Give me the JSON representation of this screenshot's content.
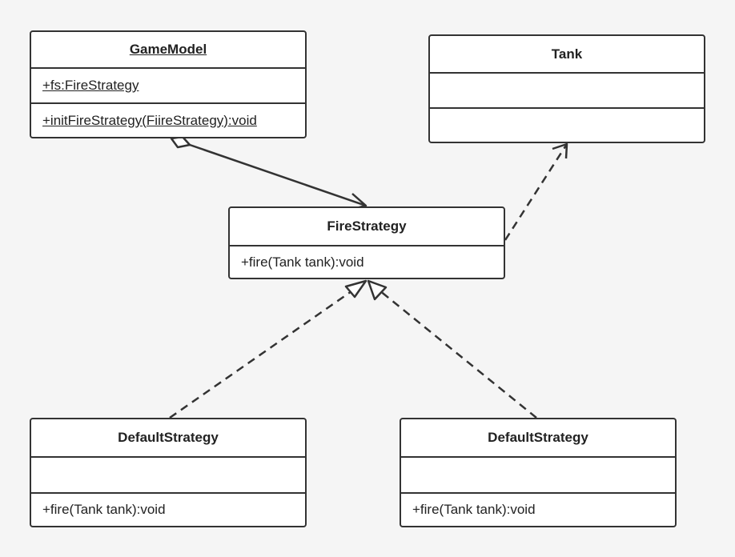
{
  "colors": {
    "background": "#f5f5f5",
    "box_fill": "#ffffff",
    "stroke": "#333333",
    "text": "#222222"
  },
  "classes": {
    "game_model": {
      "name": "GameModel",
      "attributes": [
        "+fs:FireStrategy"
      ],
      "methods": [
        "+initFireStrategy(FiireStrategy):void"
      ]
    },
    "tank": {
      "name": "Tank",
      "attributes": [
        ""
      ],
      "methods": [
        ""
      ]
    },
    "fire_strategy": {
      "name": "FireStrategy",
      "methods": [
        "+fire(Tank tank):void"
      ]
    },
    "default_strategy_left": {
      "name": "DefaultStrategy",
      "attributes": [
        ""
      ],
      "methods": [
        "+fire(Tank tank):void"
      ]
    },
    "default_strategy_right": {
      "name": "DefaultStrategy",
      "attributes": [
        ""
      ],
      "methods": [
        "+fire(Tank tank):void"
      ]
    }
  },
  "relations": [
    {
      "type": "aggregation",
      "from": "GameModel",
      "to": "FireStrategy"
    },
    {
      "type": "dependency",
      "from": "FireStrategy",
      "to": "Tank"
    },
    {
      "type": "realization",
      "from": "DefaultStrategy",
      "to": "FireStrategy"
    },
    {
      "type": "realization",
      "from": "DefaultStrategy",
      "to": "FireStrategy"
    }
  ]
}
